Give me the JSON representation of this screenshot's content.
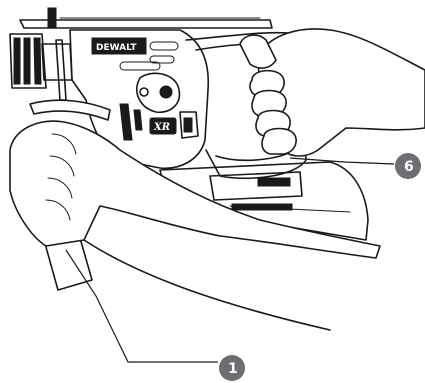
{
  "brand": {
    "label": "DEWALT"
  },
  "logo": {
    "label": "XR"
  },
  "callouts": [
    {
      "label": "1"
    },
    {
      "label": "6"
    }
  ],
  "colors": {
    "ink": "#1a1a1a",
    "callout_fill": "#6d6e71",
    "callout_text": "#ffffff",
    "background": "#ffffff"
  }
}
